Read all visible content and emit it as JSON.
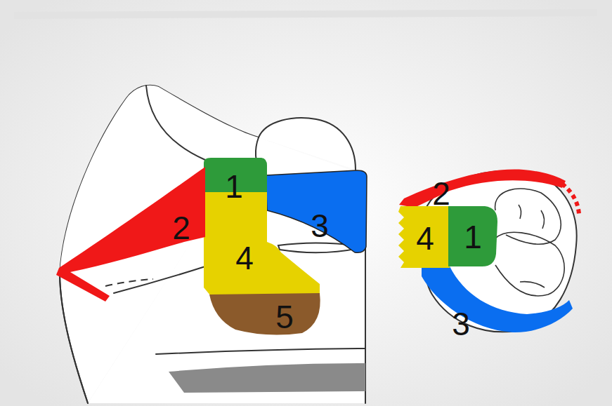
{
  "diagram": {
    "labels": [
      "1",
      "2",
      "3",
      "4",
      "5",
      "2",
      "4",
      "1",
      "3"
    ]
  }
}
